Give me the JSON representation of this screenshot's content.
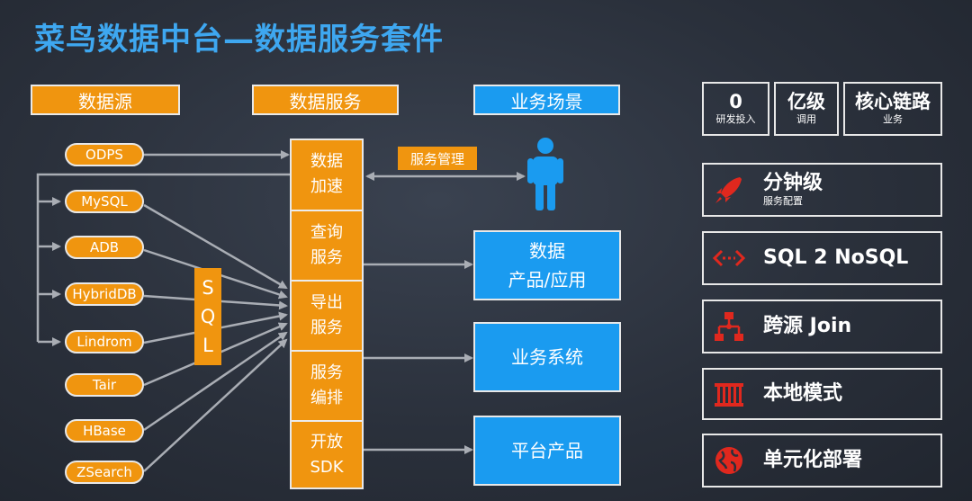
{
  "title": "菜鸟数据中台—数据服务套件",
  "headers": {
    "sources": "数据源",
    "services": "数据服务",
    "scenarios": "业务场景"
  },
  "sources": [
    "ODPS",
    "MySQL",
    "ADB",
    "HybridDB",
    "Lindrom",
    "Tair",
    "HBase",
    "ZSearch"
  ],
  "sql_letters": [
    "S",
    "Q",
    "L"
  ],
  "services": [
    {
      "line1": "数据",
      "line2": "加速"
    },
    {
      "line1": "查询",
      "line2": "服务"
    },
    {
      "line1": "导出",
      "line2": "服务"
    },
    {
      "line1": "服务",
      "line2": "编排"
    },
    {
      "line1": "开放",
      "line2": "SDK"
    }
  ],
  "service_management": "服务管理",
  "scenarios": [
    {
      "line1": "数据",
      "line2": "产品/应用"
    },
    {
      "line1": "业务系统",
      "line2": ""
    },
    {
      "line1": "平台产品",
      "line2": ""
    }
  ],
  "stats": [
    {
      "big": "0",
      "small": "研发投入"
    },
    {
      "big": "亿级",
      "small": "调用"
    },
    {
      "big": "核心链路",
      "small": "业务"
    }
  ],
  "features": [
    {
      "label": "分钟级",
      "sub": "服务配置",
      "icon": "rocket-icon"
    },
    {
      "label": "SQL 2 NoSQL",
      "sub": "",
      "icon": "code-arrows-icon"
    },
    {
      "label": "跨源 Join",
      "sub": "",
      "icon": "hierarchy-icon"
    },
    {
      "label": "本地模式",
      "sub": "",
      "icon": "building-icon"
    },
    {
      "label": "单元化部署",
      "sub": "",
      "icon": "globe-icon"
    }
  ],
  "colors": {
    "accent_title": "#3ea7f0",
    "orange": "#f0950f",
    "blue": "#1a9bf0",
    "icon_red": "#e0281e",
    "line_gray": "#a9adb4"
  }
}
